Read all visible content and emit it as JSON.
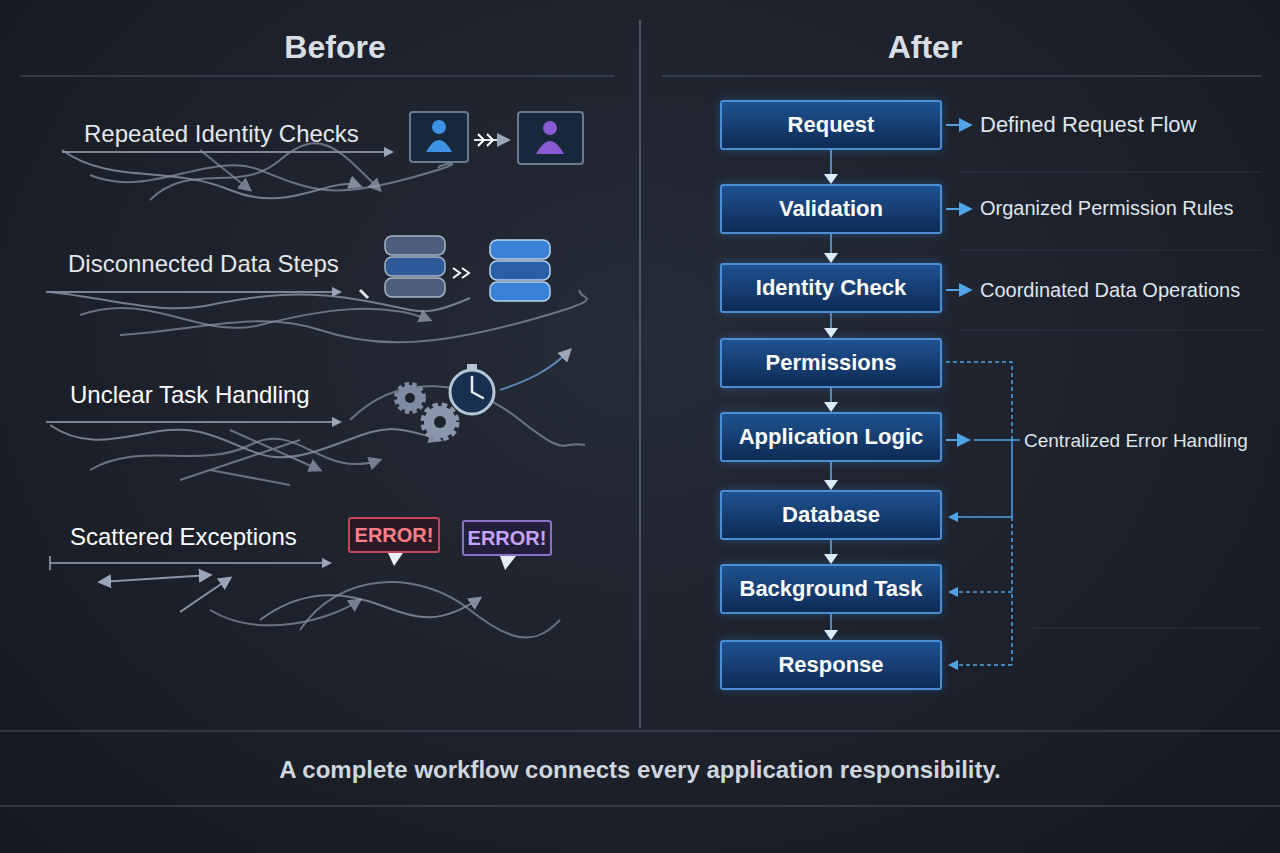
{
  "diagram": {
    "caption": "A complete workflow connects every application responsibility.",
    "nodes": [
      {
        "text": [
          "ERROR!"
        ]
      },
      {
        "text": [
          "ERROR!"
        ]
      },
      {
        "text": [
          "Request"
        ]
      },
      {
        "text": [
          "Validation"
        ]
      },
      {
        "text": [
          "Identity Check"
        ]
      },
      {
        "text": [
          "Permissions"
        ]
      },
      {
        "text": [
          "Application Logic"
        ]
      },
      {
        "text": [
          "Database"
        ]
      },
      {
        "text": [
          "Background Task"
        ]
      },
      {
        "text": [
          "Response"
        ]
      }
    ],
    "edges": [
      {
        "from": 2,
        "to": 3,
        "arrow": "to"
      },
      {
        "from": 3,
        "to": 4,
        "arrow": "to"
      },
      {
        "from": 4,
        "to": 5,
        "arrow": "to"
      },
      {
        "from": 5,
        "to": 6,
        "arrow": "to"
      },
      {
        "from": 6,
        "to": 7,
        "arrow": "to"
      },
      {
        "from": 7,
        "to": 8,
        "arrow": "to"
      },
      {
        "from": 8,
        "to": 9,
        "arrow": "to"
      }
    ],
    "labels": [
      "Before",
      "After",
      "Repeated Identity Checks",
      "Disconnected Data Steps",
      "Unclear Task Handling",
      "Scattered Exceptions",
      "Defined Request Flow",
      "Organized Permission Rules",
      "Coordinated Data Operations",
      "Centralized Error Handling"
    ]
  }
}
